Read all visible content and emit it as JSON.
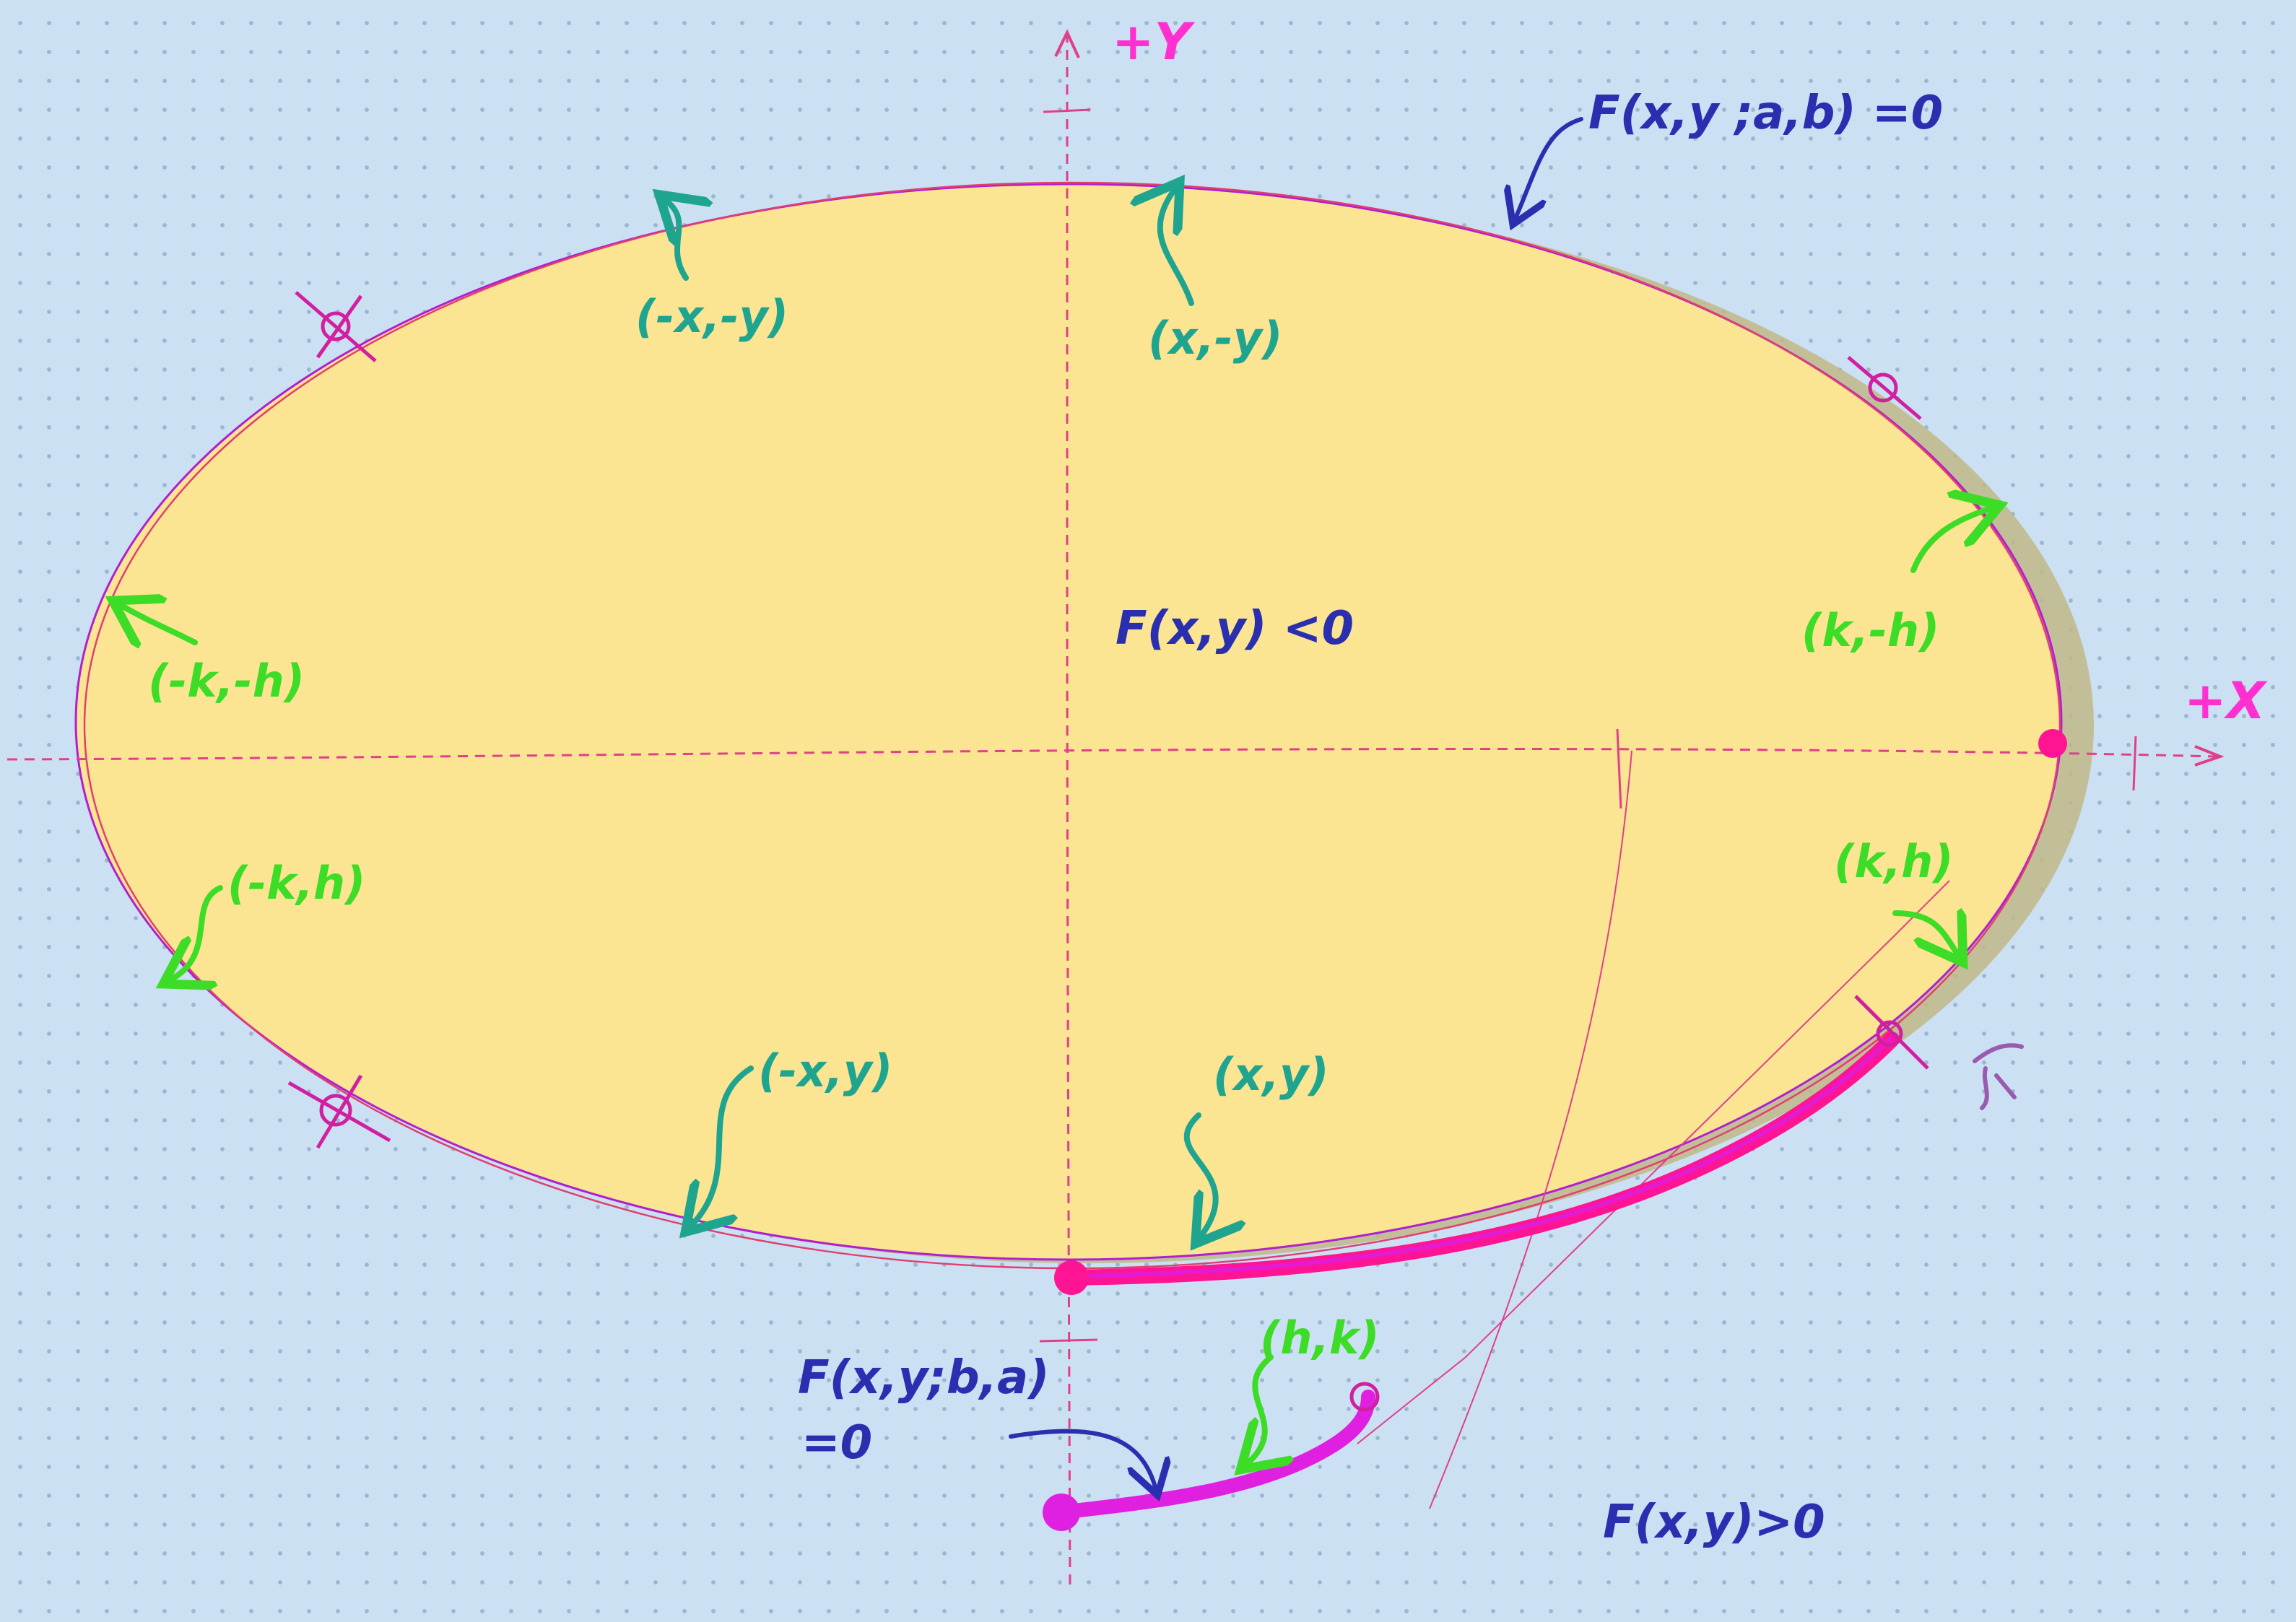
{
  "axes": {
    "x_label": "+X",
    "y_label": "+Y"
  },
  "equations": {
    "ellipse_eq": "F(x,y ;a,b) =0",
    "inside": "F(x,y) <0",
    "outside": "F(x,y)>0",
    "swapped_eq_line1": "F(x,y;b,a)",
    "swapped_eq_line2": "=0"
  },
  "points": {
    "q4_top_left": "(-x,-y)",
    "q4_top_right": "(x,-y)",
    "q_bottom_left": "(-x,y)",
    "q_bottom_right": "(x,y)",
    "k_neg_h_right": "(k,-h)",
    "k_h_right": "(k,h)",
    "neg_k_neg_h": "(-k,-h)",
    "neg_k_h": "(-k,h)",
    "h_k": "(h,k)"
  },
  "colors": {
    "background": "#cce0f4",
    "ellipse_fill": "#fbe492",
    "ellipse_shadow": "#bfb887",
    "curve": "#ff1493",
    "axis": "#e0408a",
    "green_label": "#3ddc27",
    "teal_label": "#1fa58f",
    "blue_label": "#2a2fb0"
  }
}
